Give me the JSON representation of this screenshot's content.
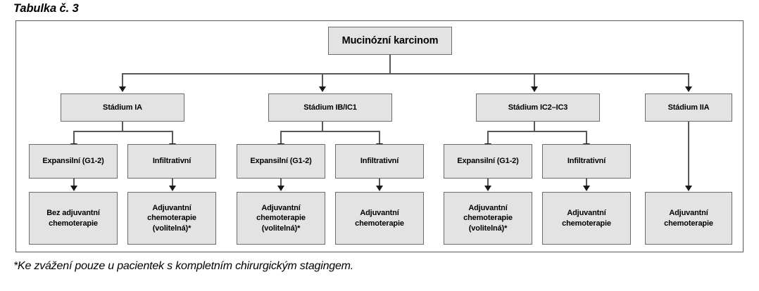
{
  "caption": "Tabulka č. 3",
  "footnote": "*Ke zvážení pouze u pacientek s kompletním chirurgickým stagingem.",
  "colors": {
    "node_fill": "#e3e3e3",
    "node_border": "#6b6b6d",
    "frame_border": "#58585a",
    "connector": "#58585a",
    "arrowhead": "#18181a",
    "text": "#000000",
    "background": "#ffffff"
  },
  "diagram": {
    "root": {
      "label": "Mucinózní karcinom"
    },
    "stages": [
      {
        "label": "Stádium IA"
      },
      {
        "label": "Stádium IB/IC1"
      },
      {
        "label": "Stádium IC2–IC3"
      },
      {
        "label": "Stádium IIA"
      }
    ],
    "subtypes": [
      {
        "label": "Expansilní (G1-2)"
      },
      {
        "label": "Infiltrativní"
      },
      {
        "label": "Expansilní (G1-2)"
      },
      {
        "label": "Infiltrativní"
      },
      {
        "label": "Expansilní (G1-2)"
      },
      {
        "label": "Infiltrativní"
      }
    ],
    "treatments": [
      {
        "label": "Bez adjuvantní\nchemoterapie"
      },
      {
        "label": "Adjuvantní\nchemoterapie\n(volitelná)*"
      },
      {
        "label": "Adjuvantní\nchemoterapie\n(volitelná)*"
      },
      {
        "label": "Adjuvantní\nchemoterapie"
      },
      {
        "label": "Adjuvantní\nchemoterapie\n(volitelná)*"
      },
      {
        "label": "Adjuvantní\nchemoterapie"
      },
      {
        "label": "Adjuvantní\nchemoterapie"
      }
    ]
  }
}
